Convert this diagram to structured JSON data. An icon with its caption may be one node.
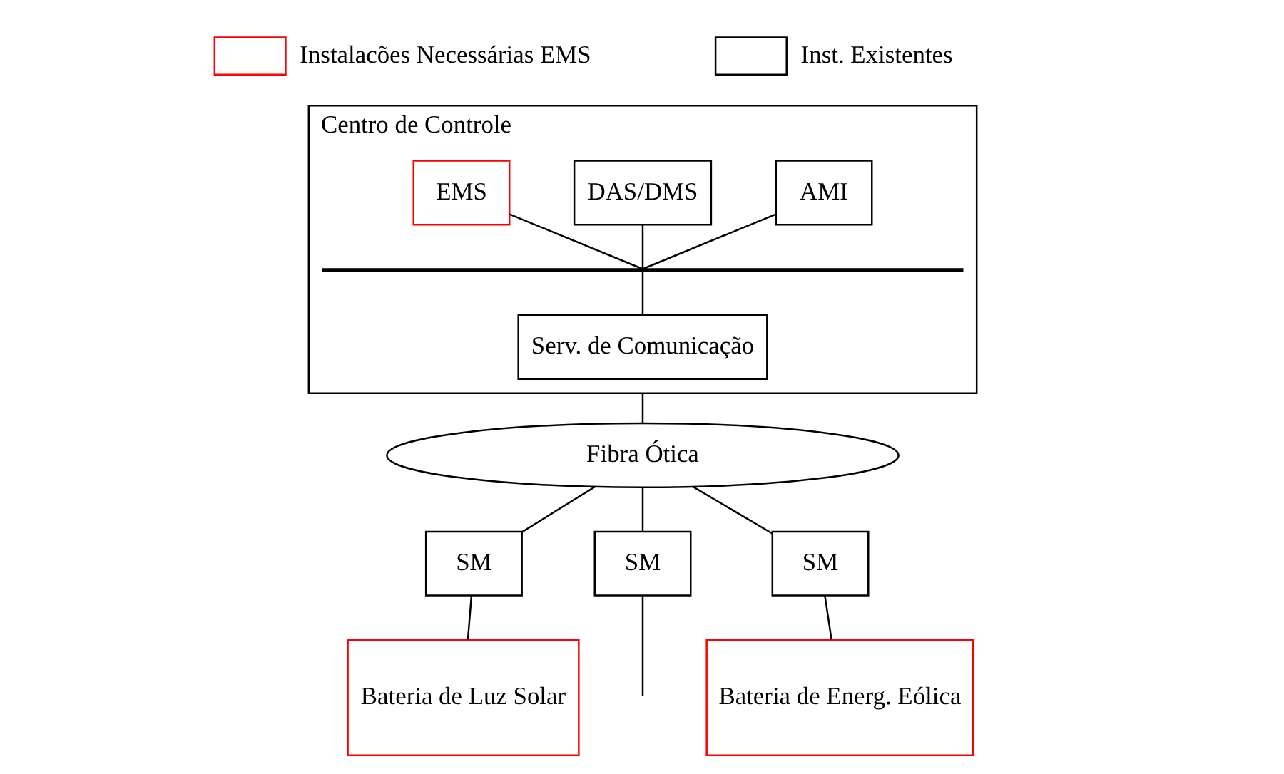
{
  "diagram": {
    "nodes": [
      {
        "text": [
          "Centro de Controle"
        ]
      },
      {
        "text": [
          "EMS"
        ],
        "in": 0
      },
      {
        "text": [
          "DAS/DMS"
        ],
        "in": 0
      },
      {
        "text": [
          "AMI"
        ],
        "in": 0
      },
      {
        "text": [],
        "shape": "bar",
        "in": 0
      },
      {
        "text": [
          "Serv. de Comunicação"
        ],
        "in": 0
      },
      {
        "text": [
          "Fibra Ótica"
        ]
      },
      {
        "text": [
          "SM"
        ]
      },
      {
        "text": [
          "SM"
        ]
      },
      {
        "text": [
          "SM"
        ]
      },
      {
        "text": [
          "Bateria de Luz Solar"
        ]
      },
      {
        "text": [
          "Bateria de Energ. Eólica"
        ]
      }
    ],
    "edges": [
      {
        "from": 1,
        "to": 4,
        "arrow": "none"
      },
      {
        "from": 2,
        "to": 4,
        "arrow": "none"
      },
      {
        "from": 3,
        "to": 4,
        "arrow": "none"
      },
      {
        "from": 4,
        "to": 5,
        "arrow": "none"
      },
      {
        "from": 0,
        "to": 6,
        "arrow": "none"
      },
      {
        "from": 6,
        "to": 7,
        "arrow": "none"
      },
      {
        "from": 6,
        "to": 8,
        "arrow": "none"
      },
      {
        "from": 6,
        "to": 9,
        "arrow": "none"
      },
      {
        "from": 7,
        "to": 10,
        "arrow": "none"
      },
      {
        "from": 8,
        "to": null,
        "arrow": "none"
      },
      {
        "from": 9,
        "to": 11,
        "arrow": "none"
      }
    ],
    "legend": [
      {
        "text": "Instalacões Necessárias EMS",
        "color": "#ff0000"
      },
      {
        "text": "Inst. Existentes",
        "color": "#000000"
      }
    ]
  }
}
